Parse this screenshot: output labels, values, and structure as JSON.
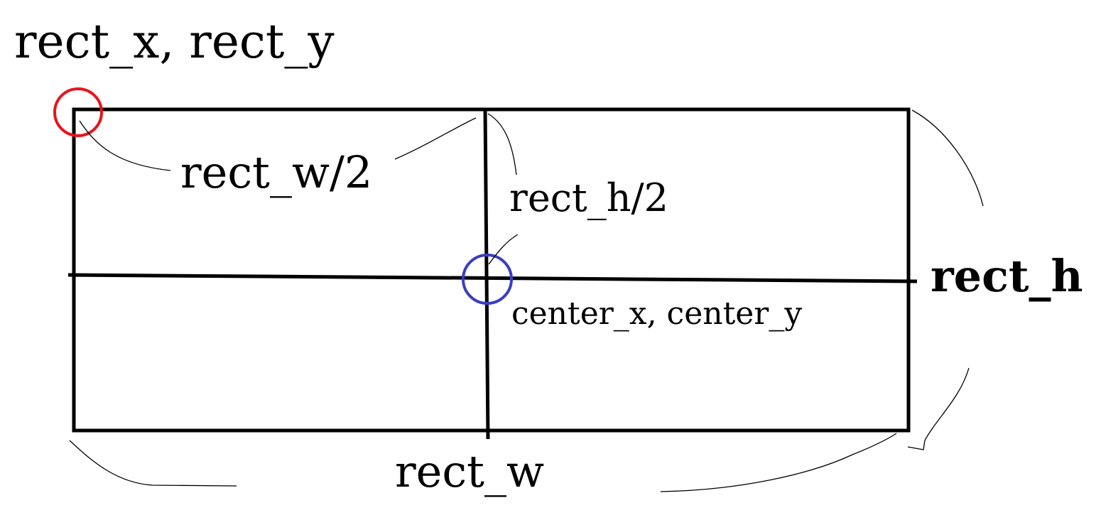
{
  "labels": {
    "origin": "rect_x, rect_y",
    "half_width": "rect_w/2",
    "half_height": "rect_h/2",
    "height": "rect_h",
    "width": "rect_w",
    "center": "center_x, center_y"
  },
  "colors": {
    "origin_marker": "#e8141c",
    "center_marker": "#3a3ec2",
    "stroke": "#000000"
  }
}
